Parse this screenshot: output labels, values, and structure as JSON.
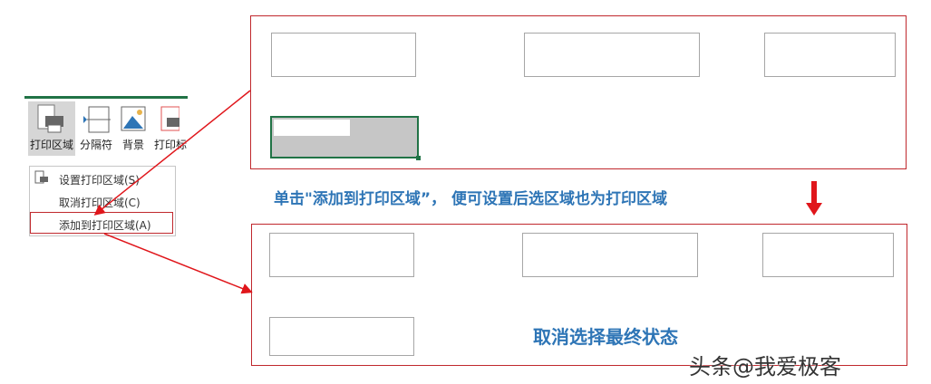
{
  "ribbon": {
    "buttons": [
      {
        "label": "打印区域",
        "icon": "print-area-icon"
      },
      {
        "label": "分隔符",
        "icon": "breaks-icon"
      },
      {
        "label": "背景",
        "icon": "background-image-icon"
      },
      {
        "label": "打印标",
        "icon": "print-titles-icon"
      }
    ]
  },
  "menu": {
    "items": [
      {
        "label": "设置打印区域(S)",
        "icon": "print-area-icon"
      },
      {
        "label": "取消打印区域(C)"
      },
      {
        "label": "添加到打印区域(A)",
        "highlighted": true
      }
    ]
  },
  "captions": {
    "top": "单击\"添加到打印区域”， 便可设置后选区域也为打印区域",
    "bottom": "取消选择最终状态"
  },
  "watermark": "头条@我爱极客",
  "colors": {
    "frame": "#c0282d",
    "caption": "#2e75b6",
    "arrow": "#e0161b",
    "selection": "#217346"
  }
}
